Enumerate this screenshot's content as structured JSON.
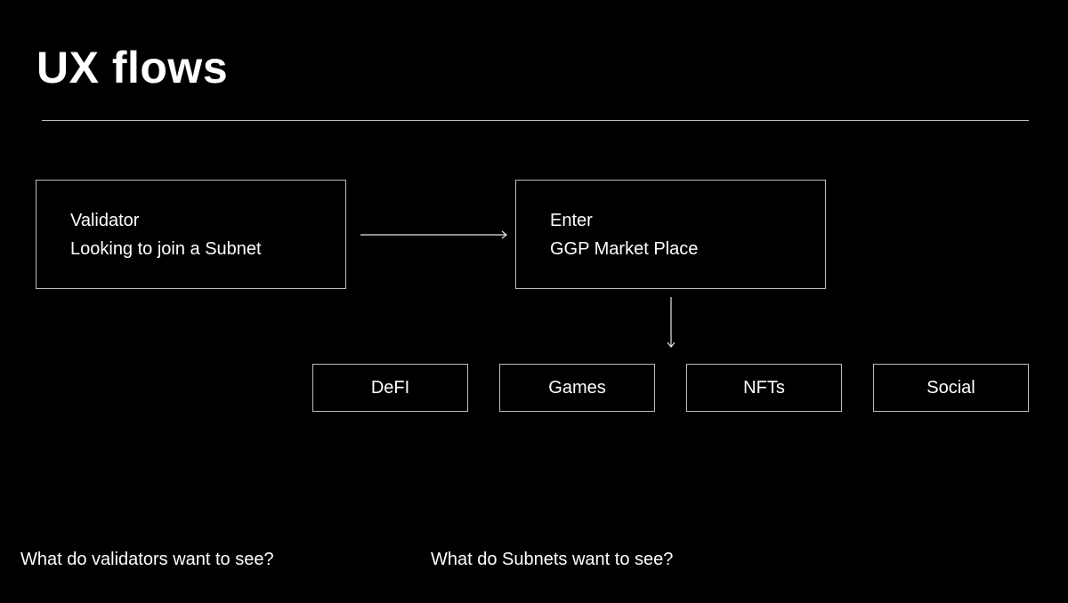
{
  "slide": {
    "title": "UX flows"
  },
  "flow": {
    "start_node": {
      "line1": "Validator",
      "line2": "Looking to join a Subnet"
    },
    "enter_node": {
      "line1": "Enter",
      "line2": "GGP Market Place"
    },
    "categories": [
      {
        "label": "DeFI"
      },
      {
        "label": "Games"
      },
      {
        "label": "NFTs"
      },
      {
        "label": "Social"
      }
    ],
    "arrows": [
      {
        "from": "start_node",
        "to": "enter_node",
        "direction": "right"
      },
      {
        "from": "enter_node",
        "to": "categories",
        "direction": "down"
      }
    ]
  },
  "questions": {
    "validators": "What do validators want to see?",
    "subnets": "What do Subnets want to see?"
  },
  "colors": {
    "background": "#000000",
    "foreground": "#ffffff",
    "stroke": "#bdbdbd"
  }
}
